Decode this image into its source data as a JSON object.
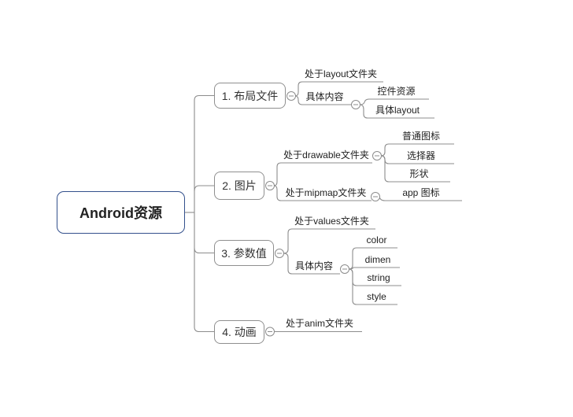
{
  "root": {
    "label": "Android资源"
  },
  "branches": [
    {
      "label": "1. 布局文件",
      "children": [
        {
          "label": "处于layout文件夹"
        },
        {
          "label": "具体内容",
          "children": [
            {
              "label": "控件资源"
            },
            {
              "label": "具体layout"
            }
          ]
        }
      ]
    },
    {
      "label": "2. 图片",
      "children": [
        {
          "label": "处于drawable文件夹",
          "children": [
            {
              "label": "普通图标"
            },
            {
              "label": "选择器"
            },
            {
              "label": "形状"
            }
          ]
        },
        {
          "label": "处于mipmap文件夹",
          "children": [
            {
              "label": "app 图标"
            }
          ]
        }
      ]
    },
    {
      "label": "3. 参数值",
      "children": [
        {
          "label": "处于values文件夹"
        },
        {
          "label": "具体内容",
          "children": [
            {
              "label": "color"
            },
            {
              "label": "dimen"
            },
            {
              "label": "string"
            },
            {
              "label": "style"
            }
          ]
        }
      ]
    },
    {
      "label": "4. 动画",
      "children": [
        {
          "label": "处于anim文件夹"
        }
      ]
    }
  ],
  "icons": {
    "collapse": "minus-in-circle"
  },
  "colors": {
    "root_border": "#33508c",
    "branch_border": "#8f8f8f",
    "connector": "#8c8c8c",
    "text": "#222222",
    "background": "#ffffff"
  }
}
